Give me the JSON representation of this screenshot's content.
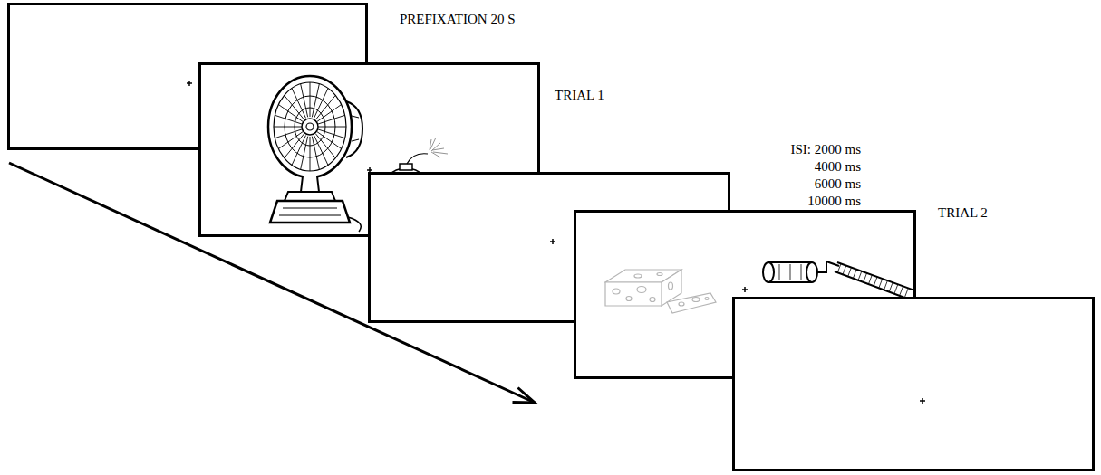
{
  "diagram": {
    "nodes": [
      {
        "text": [
          "PREFIXATION 20 S"
        ]
      },
      {
        "text": [
          "TRIAL 1"
        ]
      },
      {
        "text": [
          "ISI: 2000 ms 4000 ms 6000 ms 10000 ms"
        ]
      },
      {
        "text": [
          "TRIAL 2"
        ]
      }
    ]
  }
}
